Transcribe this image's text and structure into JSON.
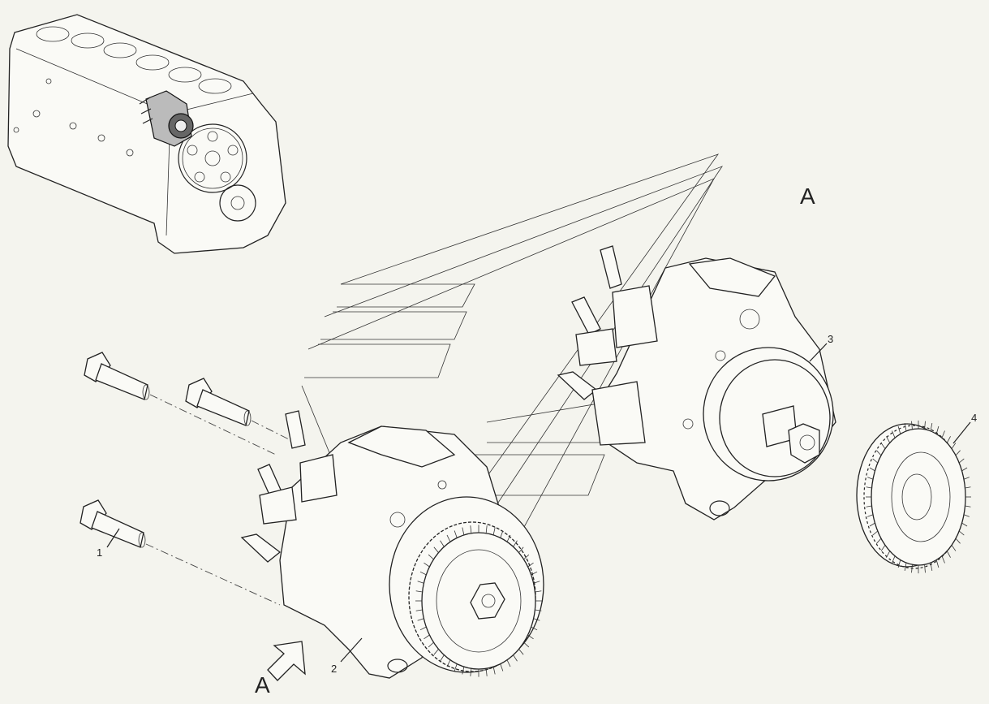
{
  "view_label_top": "A",
  "view_label_bottom": "A",
  "callouts": [
    {
      "id": "1",
      "part": "bolt"
    },
    {
      "id": "2",
      "part": "injection-pump-with-gear"
    },
    {
      "id": "3",
      "part": "injection-pump"
    },
    {
      "id": "4",
      "part": "pump-gear"
    }
  ]
}
